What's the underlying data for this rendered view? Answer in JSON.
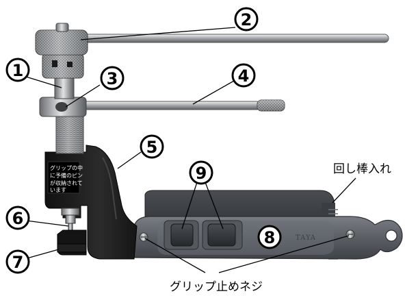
{
  "callouts": [
    "1",
    "2",
    "3",
    "4",
    "5",
    "6",
    "7",
    "8",
    "9"
  ],
  "labels": {
    "handle_storage": "回し棒入れ",
    "grip_screws": "グリップ止めネジ"
  },
  "sticker_lines": [
    "グリップの中",
    "に予備のピン",
    "が収納されて",
    "います"
  ],
  "brand": "TAYA",
  "colors": {
    "body": "#1c1c1c",
    "grip": "#5d6167",
    "grip_dark": "#2f3236",
    "metal": "#b9bcbf"
  }
}
